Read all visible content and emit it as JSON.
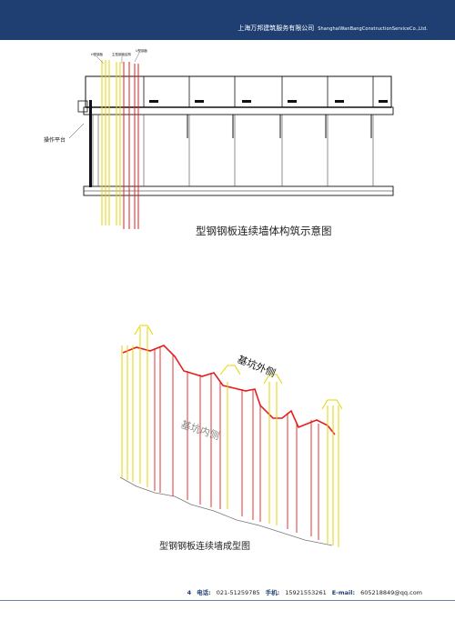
{
  "header": {
    "company_cn": "上海万邦建筑服务有限公司",
    "company_en": "ShanghaiWanBangConstructionServiceCo.,Ltd.",
    "bar_color": "#1f3f73"
  },
  "figure1": {
    "caption": "型钢钢板连续墙体构筑示意图",
    "labels": {
      "h_steel": "H型钢板",
      "main_plate": "主型钢板结构",
      "u_plate": "U型钢板",
      "platform": "操作平台"
    }
  },
  "figure2": {
    "caption": "型钢钢板连续墙成型图",
    "outer_label": "基坑外侧",
    "inner_label": "基坑内侧"
  },
  "footer": {
    "page_number": "4",
    "tel_label": "电话:",
    "tel": "021-51259785",
    "mobile_label": "手机:",
    "mobile": "15921553261",
    "email_label": "E-mail:",
    "email": "605218849@qq.com"
  }
}
